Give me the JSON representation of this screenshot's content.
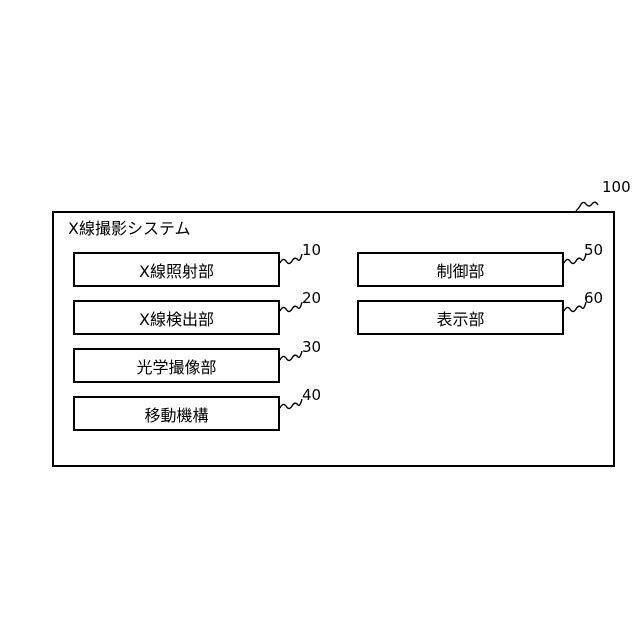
{
  "system": {
    "title": "X線撮影システム",
    "ref": "100"
  },
  "left_blocks": [
    {
      "label": "X線照射部",
      "ref": "10"
    },
    {
      "label": "X線検出部",
      "ref": "20"
    },
    {
      "label": "光学撮像部",
      "ref": "30"
    },
    {
      "label": "移動機構",
      "ref": "40"
    }
  ],
  "right_blocks": [
    {
      "label": "制御部",
      "ref": "50"
    },
    {
      "label": "表示部",
      "ref": "60"
    }
  ]
}
